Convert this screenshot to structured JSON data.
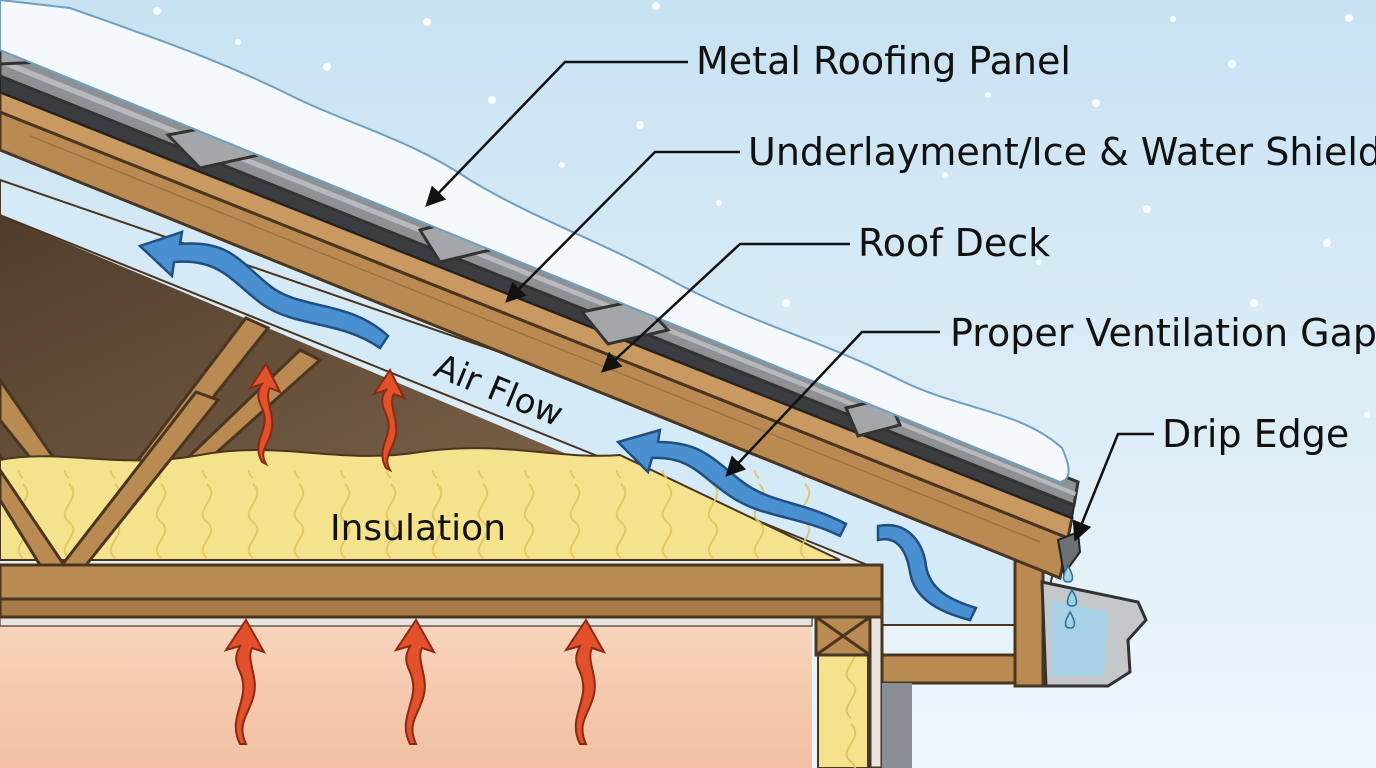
{
  "callouts": {
    "metal_roofing_panel": "Metal Roofing Panel",
    "underlayment": "Underlayment/Ice & Water Shield",
    "roof_deck": "Roof Deck",
    "ventilation_gap": "Proper Ventilation Gap",
    "drip_edge": "Drip Edge"
  },
  "labels": {
    "air_flow": "Air Flow",
    "insulation": "Insulation"
  },
  "colors": {
    "sky": "#dcecf6",
    "snow": "#f5f9fc",
    "metal": "#8e9194",
    "underlayment": "#3b3d40",
    "wood": "#b98a52",
    "attic_shadow": "#5e4a35",
    "insulation": "#f4e38c",
    "warm_interior": "#f4c9ad",
    "airflow_arrow": "#4a8fd0",
    "heat_arrow": "#e2502c"
  }
}
